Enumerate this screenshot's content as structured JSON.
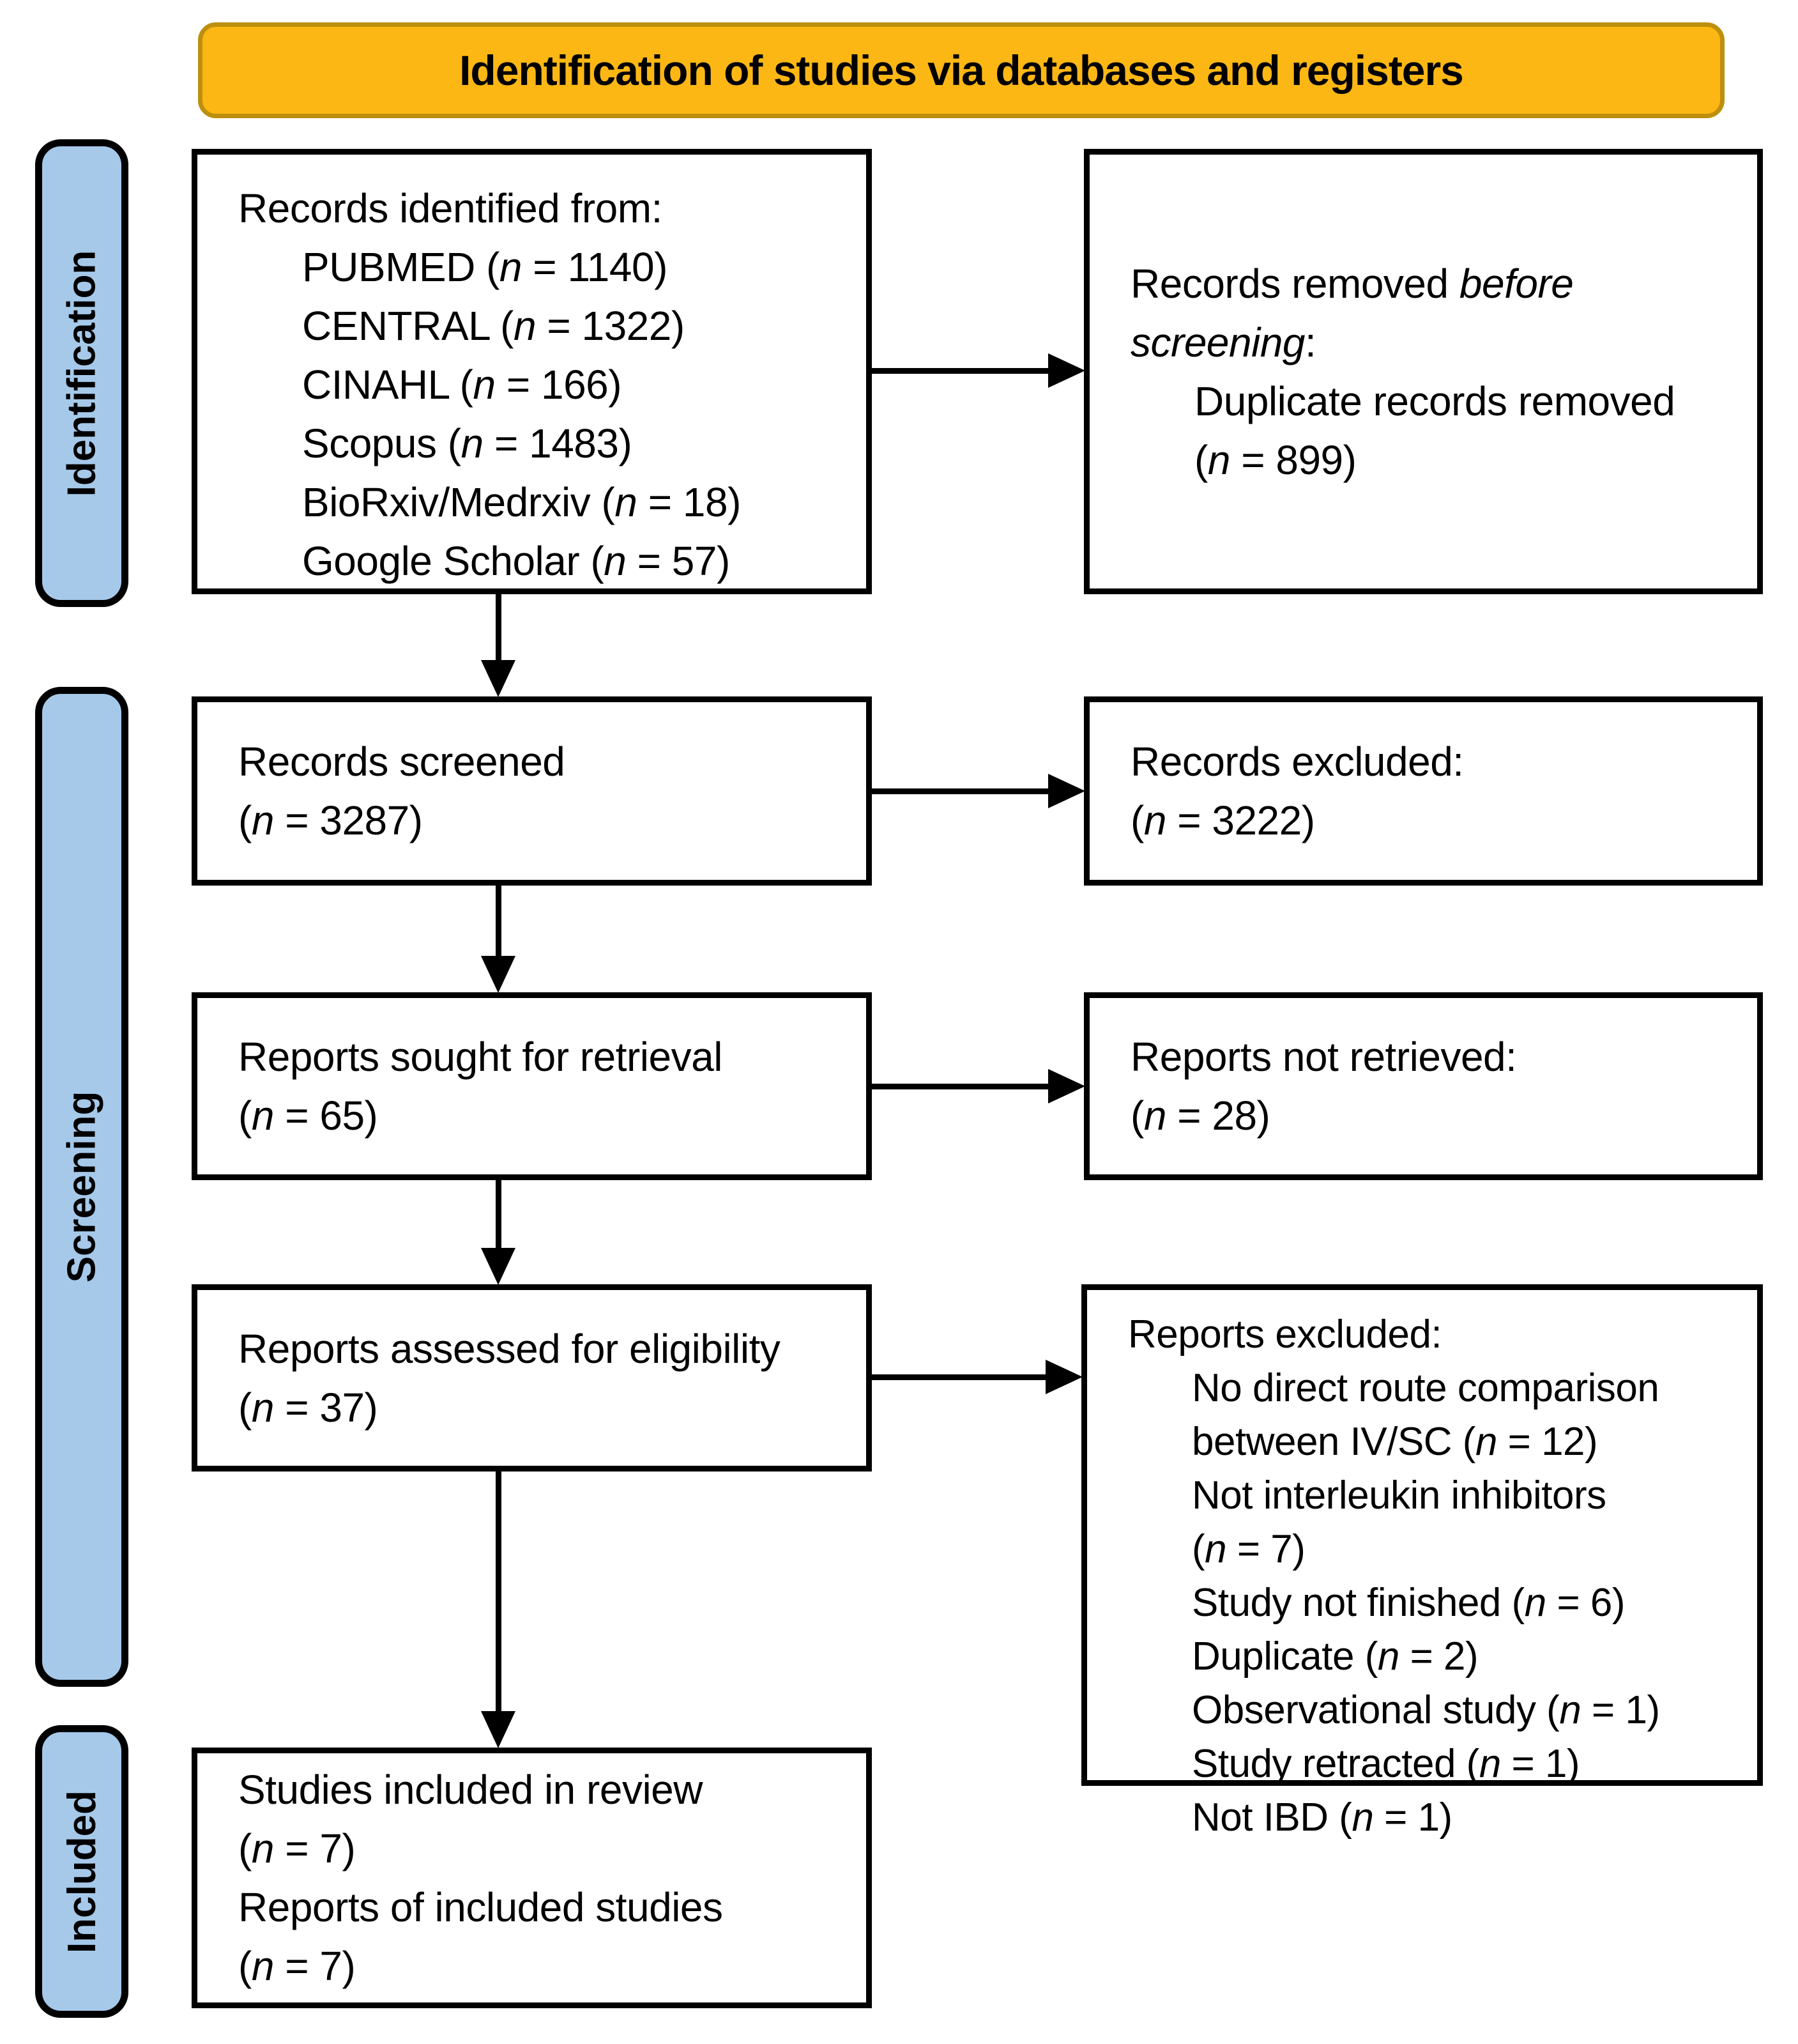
{
  "banner": {
    "title": "Identification of studies via databases and registers"
  },
  "sidebar": {
    "stages": [
      {
        "label": "Identification"
      },
      {
        "label": "Screening"
      },
      {
        "label": "Included"
      }
    ]
  },
  "boxes": {
    "records_identified": {
      "lines": [
        {
          "text": "Records identified from:",
          "indent": false
        },
        {
          "text": "PUBMED (*n* = 1140)",
          "indent": true
        },
        {
          "text": "CENTRAL (*n* = 1322)",
          "indent": true
        },
        {
          "text": "CINAHL (*n* = 166)",
          "indent": true
        },
        {
          "text": "Scopus (*n* = 1483)",
          "indent": true
        },
        {
          "text": "BioRxiv/Medrxiv (*n* = 18)",
          "indent": true
        },
        {
          "text": "Google Scholar (*n* = 57)",
          "indent": true
        }
      ]
    },
    "records_removed": {
      "lines": [
        {
          "text": "Records removed *before*",
          "indent": false
        },
        {
          "text": "*screening*:",
          "indent": false
        },
        {
          "text": "Duplicate records removed",
          "indent": true
        },
        {
          "text": "(*n* = 899)",
          "indent": true
        }
      ]
    },
    "records_screened": {
      "lines": [
        {
          "text": "Records screened",
          "indent": false
        },
        {
          "text": "(*n* = 3287)",
          "indent": false
        }
      ]
    },
    "records_excluded": {
      "lines": [
        {
          "text": "Records excluded:",
          "indent": false
        },
        {
          "text": "(*n* = 3222)",
          "indent": false
        }
      ]
    },
    "reports_sought": {
      "lines": [
        {
          "text": "Reports sought for retrieval",
          "indent": false
        },
        {
          "text": "(*n* = 65)",
          "indent": false
        }
      ]
    },
    "reports_not_retrieved": {
      "lines": [
        {
          "text": "Reports not retrieved:",
          "indent": false
        },
        {
          "text": "(*n* = 28)",
          "indent": false
        }
      ]
    },
    "reports_assessed": {
      "lines": [
        {
          "text": "Reports assessed for eligibility",
          "indent": false
        },
        {
          "text": "(*n* = 37)",
          "indent": false
        }
      ]
    },
    "reports_excluded": {
      "lines": [
        {
          "text": "Reports excluded:",
          "indent": false
        },
        {
          "text": "No direct route comparison",
          "indent": true
        },
        {
          "text": "between IV/SC (*n* = 12)",
          "indent": true
        },
        {
          "text": "Not interleukin inhibitors",
          "indent": true
        },
        {
          "text": "(*n* = 7)",
          "indent": true
        },
        {
          "text": "Study not finished (*n* = 6)",
          "indent": true
        },
        {
          "text": "Duplicate (*n* = 2)",
          "indent": true
        },
        {
          "text": "Observational study (*n* = 1)",
          "indent": true
        },
        {
          "text": "Study retracted (*n* = 1)",
          "indent": true
        },
        {
          "text": "Not IBD (*n* = 1)",
          "indent": true
        }
      ]
    },
    "studies_included": {
      "lines": [
        {
          "text": "Studies included in review",
          "indent": false
        },
        {
          "text": "(*n* = 7)",
          "indent": false
        },
        {
          "text": "Reports of included studies",
          "indent": false
        },
        {
          "text": "(*n* = 7)",
          "indent": false
        }
      ]
    }
  },
  "colors": {
    "banner_fill": "#FDB714",
    "banner_border": "#BD8F0E",
    "stage_fill": "#A6C9EA",
    "box_border": "#000000",
    "arrow_color": "#000000"
  }
}
